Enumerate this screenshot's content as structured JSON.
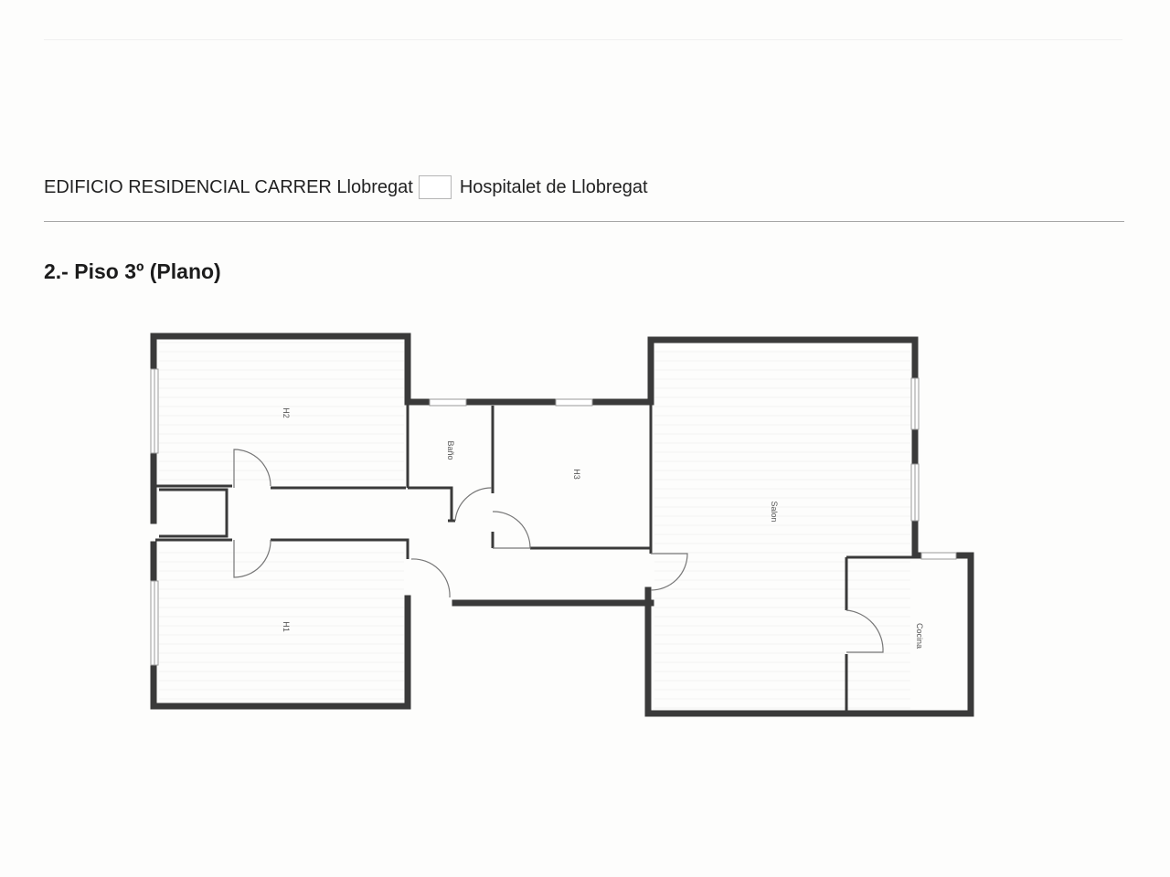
{
  "header": {
    "building": "EDIFICIO RESIDENCIAL CARRER Llobregat",
    "city": "Hospitalet de Llobregat"
  },
  "section": {
    "title": "2.- Piso 3º (Plano)"
  },
  "floorplan": {
    "rooms": {
      "h2": "H2",
      "h1": "H1",
      "bano": "Baño",
      "h3": "H3",
      "salon": "Salon",
      "cocina": "Cocina"
    }
  }
}
